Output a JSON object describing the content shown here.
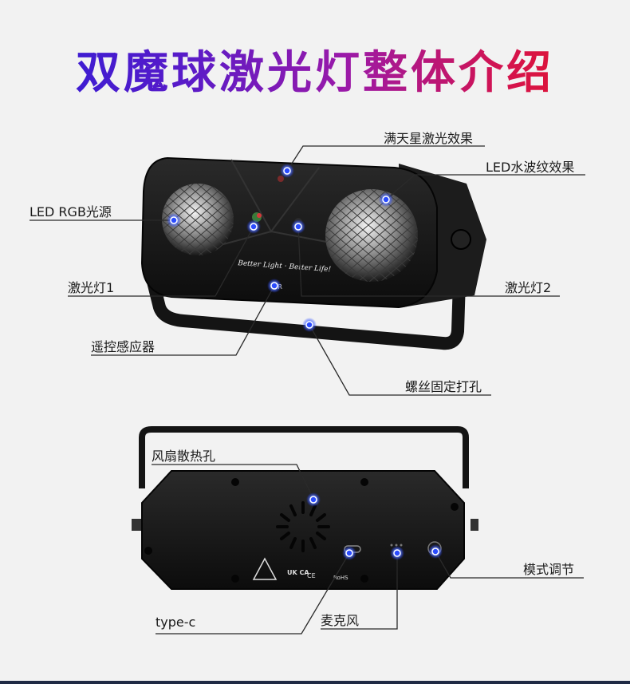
{
  "title": "双魔球激光灯整体介绍",
  "labels": {
    "starry": "满天星激光效果",
    "water": "LED水波纹效果",
    "rgb": "LED RGB光源",
    "laser1": "激光灯1",
    "laser2": "激光灯2",
    "remote": "遥控感应器",
    "screw": "螺丝固定打孔",
    "fan": "风扇散热孔",
    "mode": "模式调节",
    "typec": "type-c",
    "mic": "麦克风"
  },
  "front_panel": {
    "slogan": "Better Light · Better Life!",
    "ir_mark": "IR"
  },
  "back_panel": {
    "marks": [
      "UK CA",
      "CE",
      "RoHS"
    ]
  },
  "colors": {
    "marker": "#2a4bff",
    "title_start": "#2c1cd8",
    "title_end": "#e8141e"
  }
}
